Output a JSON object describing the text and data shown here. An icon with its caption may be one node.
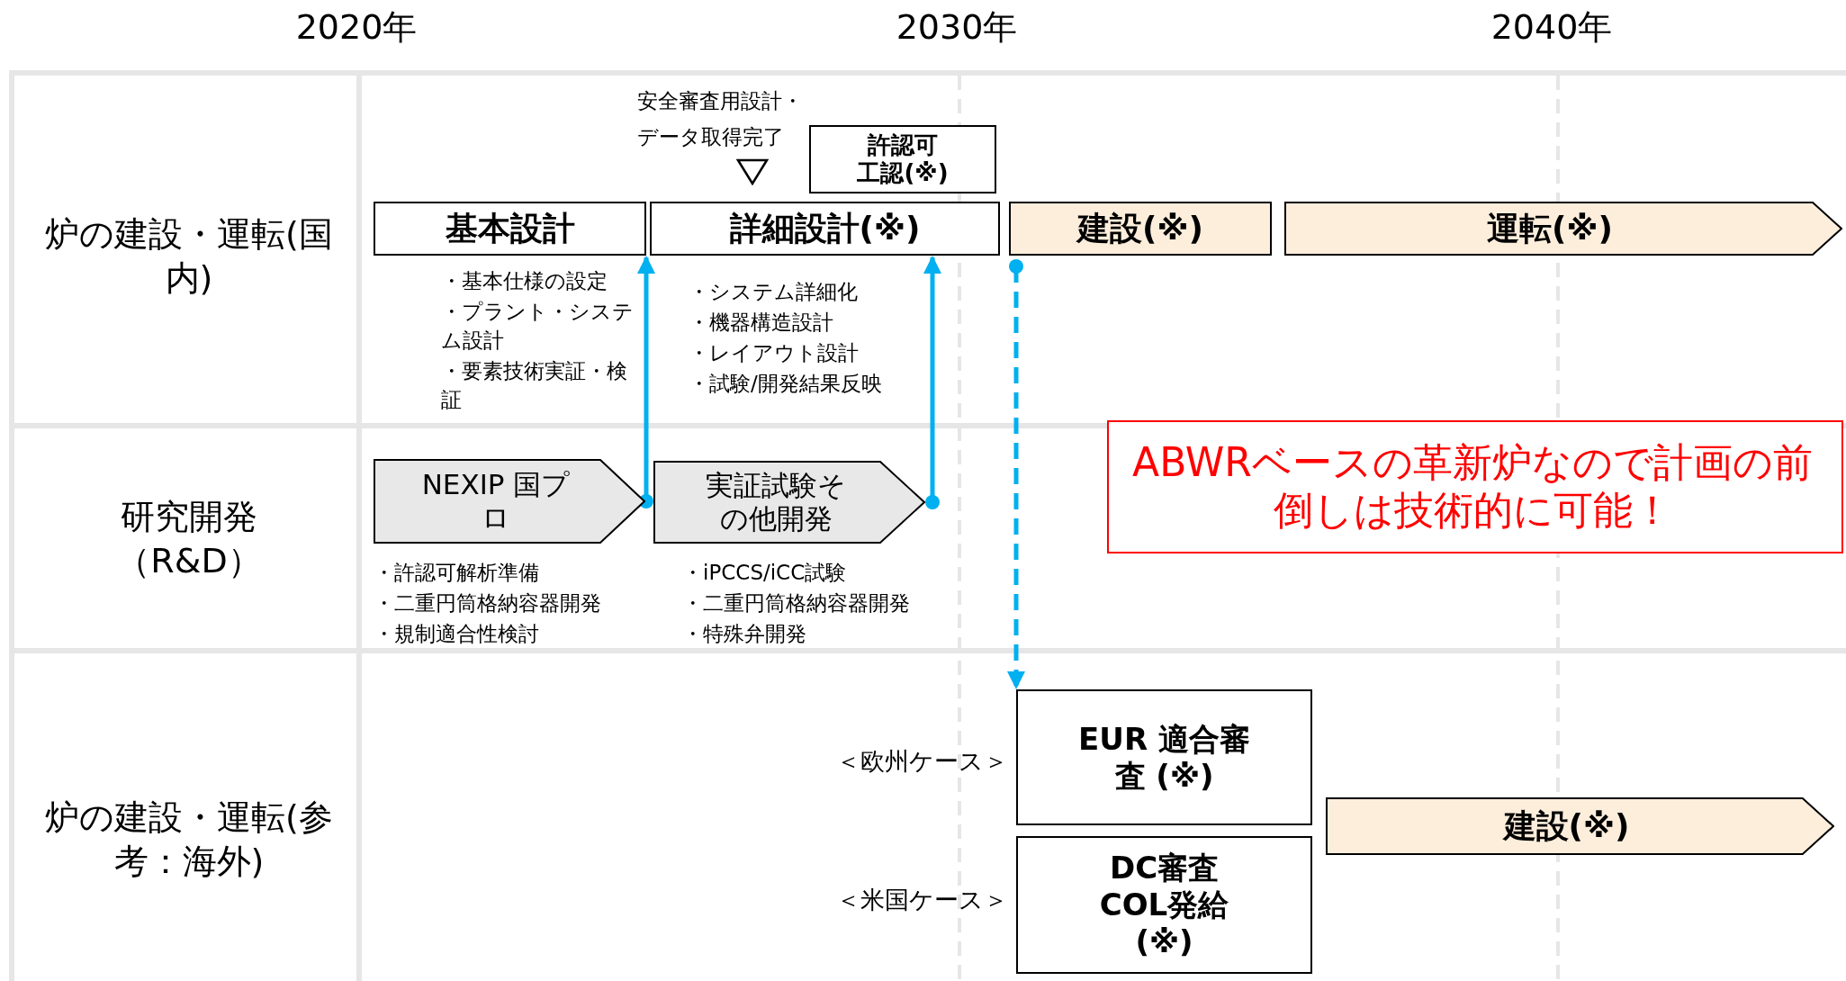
{
  "diagram": {
    "nodes": [
      {
        "text": [
          "基本設計"
        ],
        "beside": [
          "・基本仕様の設定",
          "・プラント・システム設計",
          "・要素技術実証・検証"
        ]
      },
      {
        "text": [
          "詳細設計(※)"
        ],
        "beside": [
          "・システム詳細化",
          "・機器構造設計",
          "・レイアウト設計",
          "・試験/開発結果反映"
        ]
      },
      {
        "text": [
          "許認可",
          "工認(※)"
        ]
      },
      {
        "text": [
          "建設(※)"
        ]
      },
      {
        "text": [
          "運転(※)"
        ]
      },
      {
        "text": [
          "NEXIP 国プロ"
        ],
        "beside": [
          "・許認可解析準備",
          "・二重円筒格納容器開発",
          "・規制適合性検討"
        ]
      },
      {
        "text": [
          "実証試験その他開発"
        ],
        "beside": [
          "・iPCCS/iCC試験",
          "・二重円筒格納容器開発",
          "・特殊弁開発"
        ]
      },
      {
        "text": [
          "EUR 適合審査 (※)"
        ],
        "beside": [
          "＜欧州ケース＞"
        ]
      },
      {
        "text": [
          "DC審査 COL発給 (※)"
        ],
        "beside": [
          "＜米国ケース＞"
        ]
      },
      {
        "text": [
          "建設(※)"
        ]
      },
      {
        "text": [
          "ABWRベースの革新炉なので計画の前倒しは技術的に可能！"
        ]
      }
    ],
    "edges": [
      {
        "from": 5,
        "to": 0,
        "arrow": "to"
      },
      {
        "from": 6,
        "to": 1,
        "arrow": "to"
      },
      {
        "from": 3,
        "to": 7,
        "arrow": "to",
        "style": "dashed"
      }
    ],
    "labels": [
      "2020年",
      "2030年",
      "2040年",
      "炉の建設・運転(国内)",
      "研究開発（R&D）",
      "炉の建設・運転(参考：海外)",
      "安全審査用設計・データ取得完了"
    ]
  }
}
